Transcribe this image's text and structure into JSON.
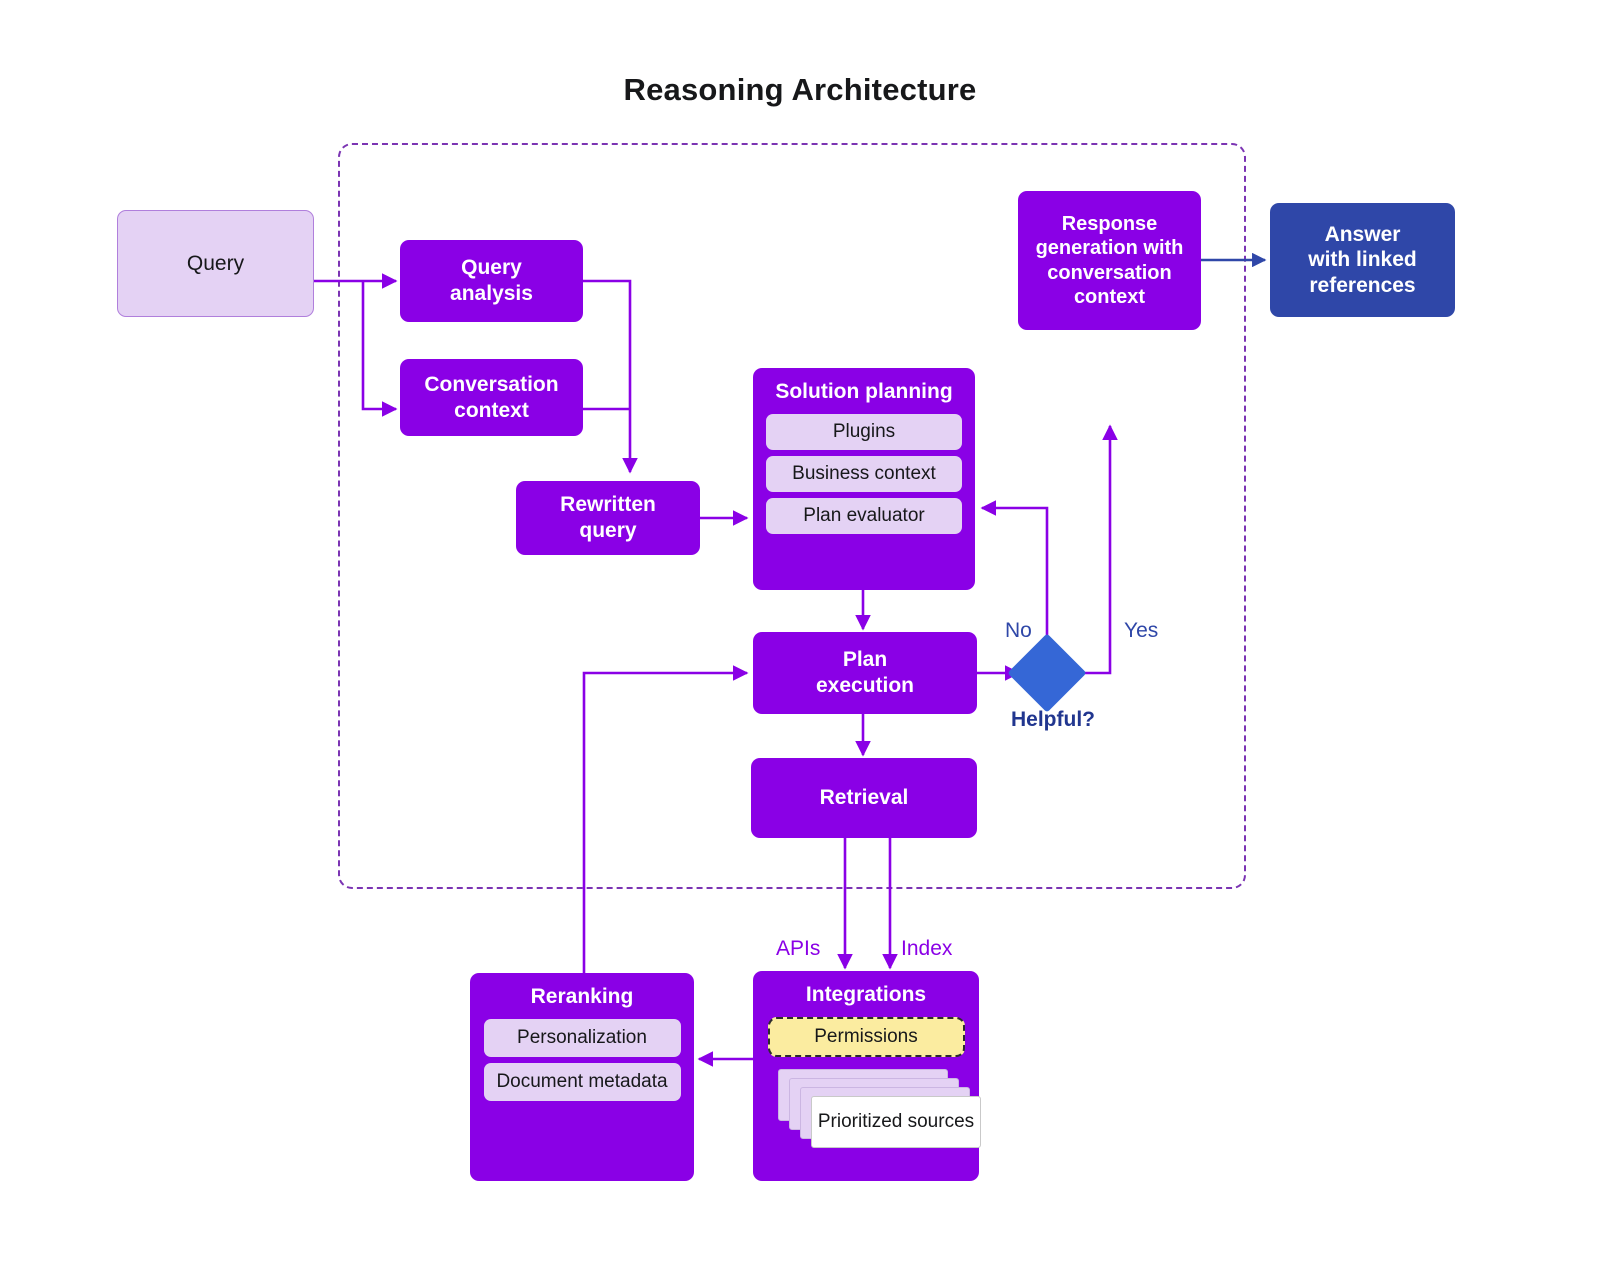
{
  "title": "Reasoning Architecture",
  "colors": {
    "purple": "#8a00e6",
    "lilac": "#e4d2f4",
    "blue": "#2f47a8",
    "decision_blue": "#3567d6",
    "yellow": "#fbeca0",
    "dashed_boundary": "#7b34b3",
    "text_dark": "#17181a",
    "white": "#ffffff"
  },
  "nodes": {
    "query": {
      "label": "Query"
    },
    "query_analysis": {
      "label": "Query\nanalysis",
      "line1": "Query",
      "line2": "analysis"
    },
    "conversation_context": {
      "line1": "Conversation",
      "line2": "context"
    },
    "rewritten_query": {
      "line1": "Rewritten",
      "line2": "query"
    },
    "solution_planning": {
      "title": "Solution planning",
      "items": [
        {
          "label": "Plugins"
        },
        {
          "label": "Business context"
        },
        {
          "label": "Plan evaluator"
        }
      ]
    },
    "plan_execution": {
      "line1": "Plan",
      "line2": "execution"
    },
    "retrieval": {
      "label": "Retrieval"
    },
    "decision": {
      "label": "Helpful?"
    },
    "response_generation": {
      "line1": "Response",
      "line2": "generation with",
      "line3": "conversation",
      "line4": "context"
    },
    "answer": {
      "line1": "Answer",
      "line2": "with linked",
      "line3": "references"
    },
    "reranking": {
      "title": "Reranking",
      "items": [
        {
          "label": "Personalization"
        },
        {
          "label": "Document metadata"
        }
      ]
    },
    "integrations": {
      "title": "Integrations",
      "permissions": {
        "label": "Permissions"
      },
      "sources": {
        "label": "Prioritized sources"
      }
    }
  },
  "edge_labels": {
    "no": "No",
    "yes": "Yes",
    "apis": "APIs",
    "index": "Index"
  }
}
